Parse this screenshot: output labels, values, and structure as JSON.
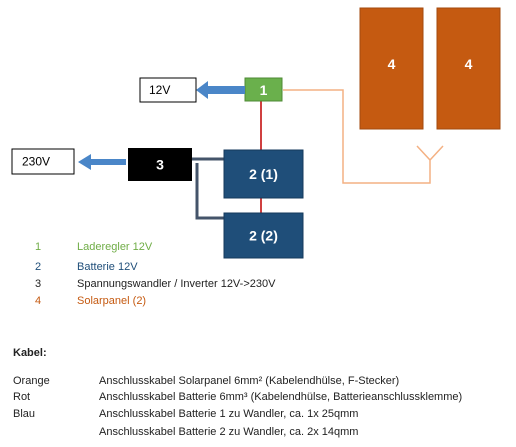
{
  "diagram": {
    "boxes": {
      "regler": {
        "label": "1",
        "color": "#6ab04c"
      },
      "battery1": {
        "label": "2 (1)",
        "color": "#1f4e79"
      },
      "battery2": {
        "label": "2 (2)",
        "color": "#1f4e79"
      },
      "inverter": {
        "label": "3",
        "color": "#000000"
      },
      "panel1": {
        "label": "4",
        "color": "#c55a11"
      },
      "panel2": {
        "label": "4",
        "color": "#c55a11"
      }
    },
    "outputs": {
      "dc": "12V",
      "ac": "230V"
    },
    "wire_colors": {
      "orange": "#f4b183",
      "red": "#c00000",
      "blue": "#44546a",
      "arrow": "#4a86c8"
    }
  },
  "legend": [
    {
      "num": "1",
      "text": "Laderegler 12V",
      "color": "#70ad47"
    },
    {
      "num": "2",
      "text": "Batterie 12V",
      "color": "#1f4e79"
    },
    {
      "num": "3",
      "text": "Spannungswandler / Inverter 12V->230V",
      "color": "#222222"
    },
    {
      "num": "4",
      "text": "Solarpanel (2)",
      "color": "#c55a11"
    }
  ],
  "cables": {
    "title": "Kabel:",
    "rows": [
      {
        "name": "Orange",
        "desc": "Anschlusskabel Solarpanel 6mm² (Kabelendhülse, F-Stecker)"
      },
      {
        "name": "Rot",
        "desc": "Anschlusskabel Batterie 6mm³ (Kabelendhülse, Batterieanschlussklemme)"
      },
      {
        "name": "Blau",
        "desc": "Anschlusskabel Batterie 1 zu Wandler, ca. 1x 25qmm"
      },
      {
        "name": "",
        "desc": "Anschlusskabel Batterie 2 zu Wandler, ca. 2x 14qmm"
      }
    ]
  }
}
